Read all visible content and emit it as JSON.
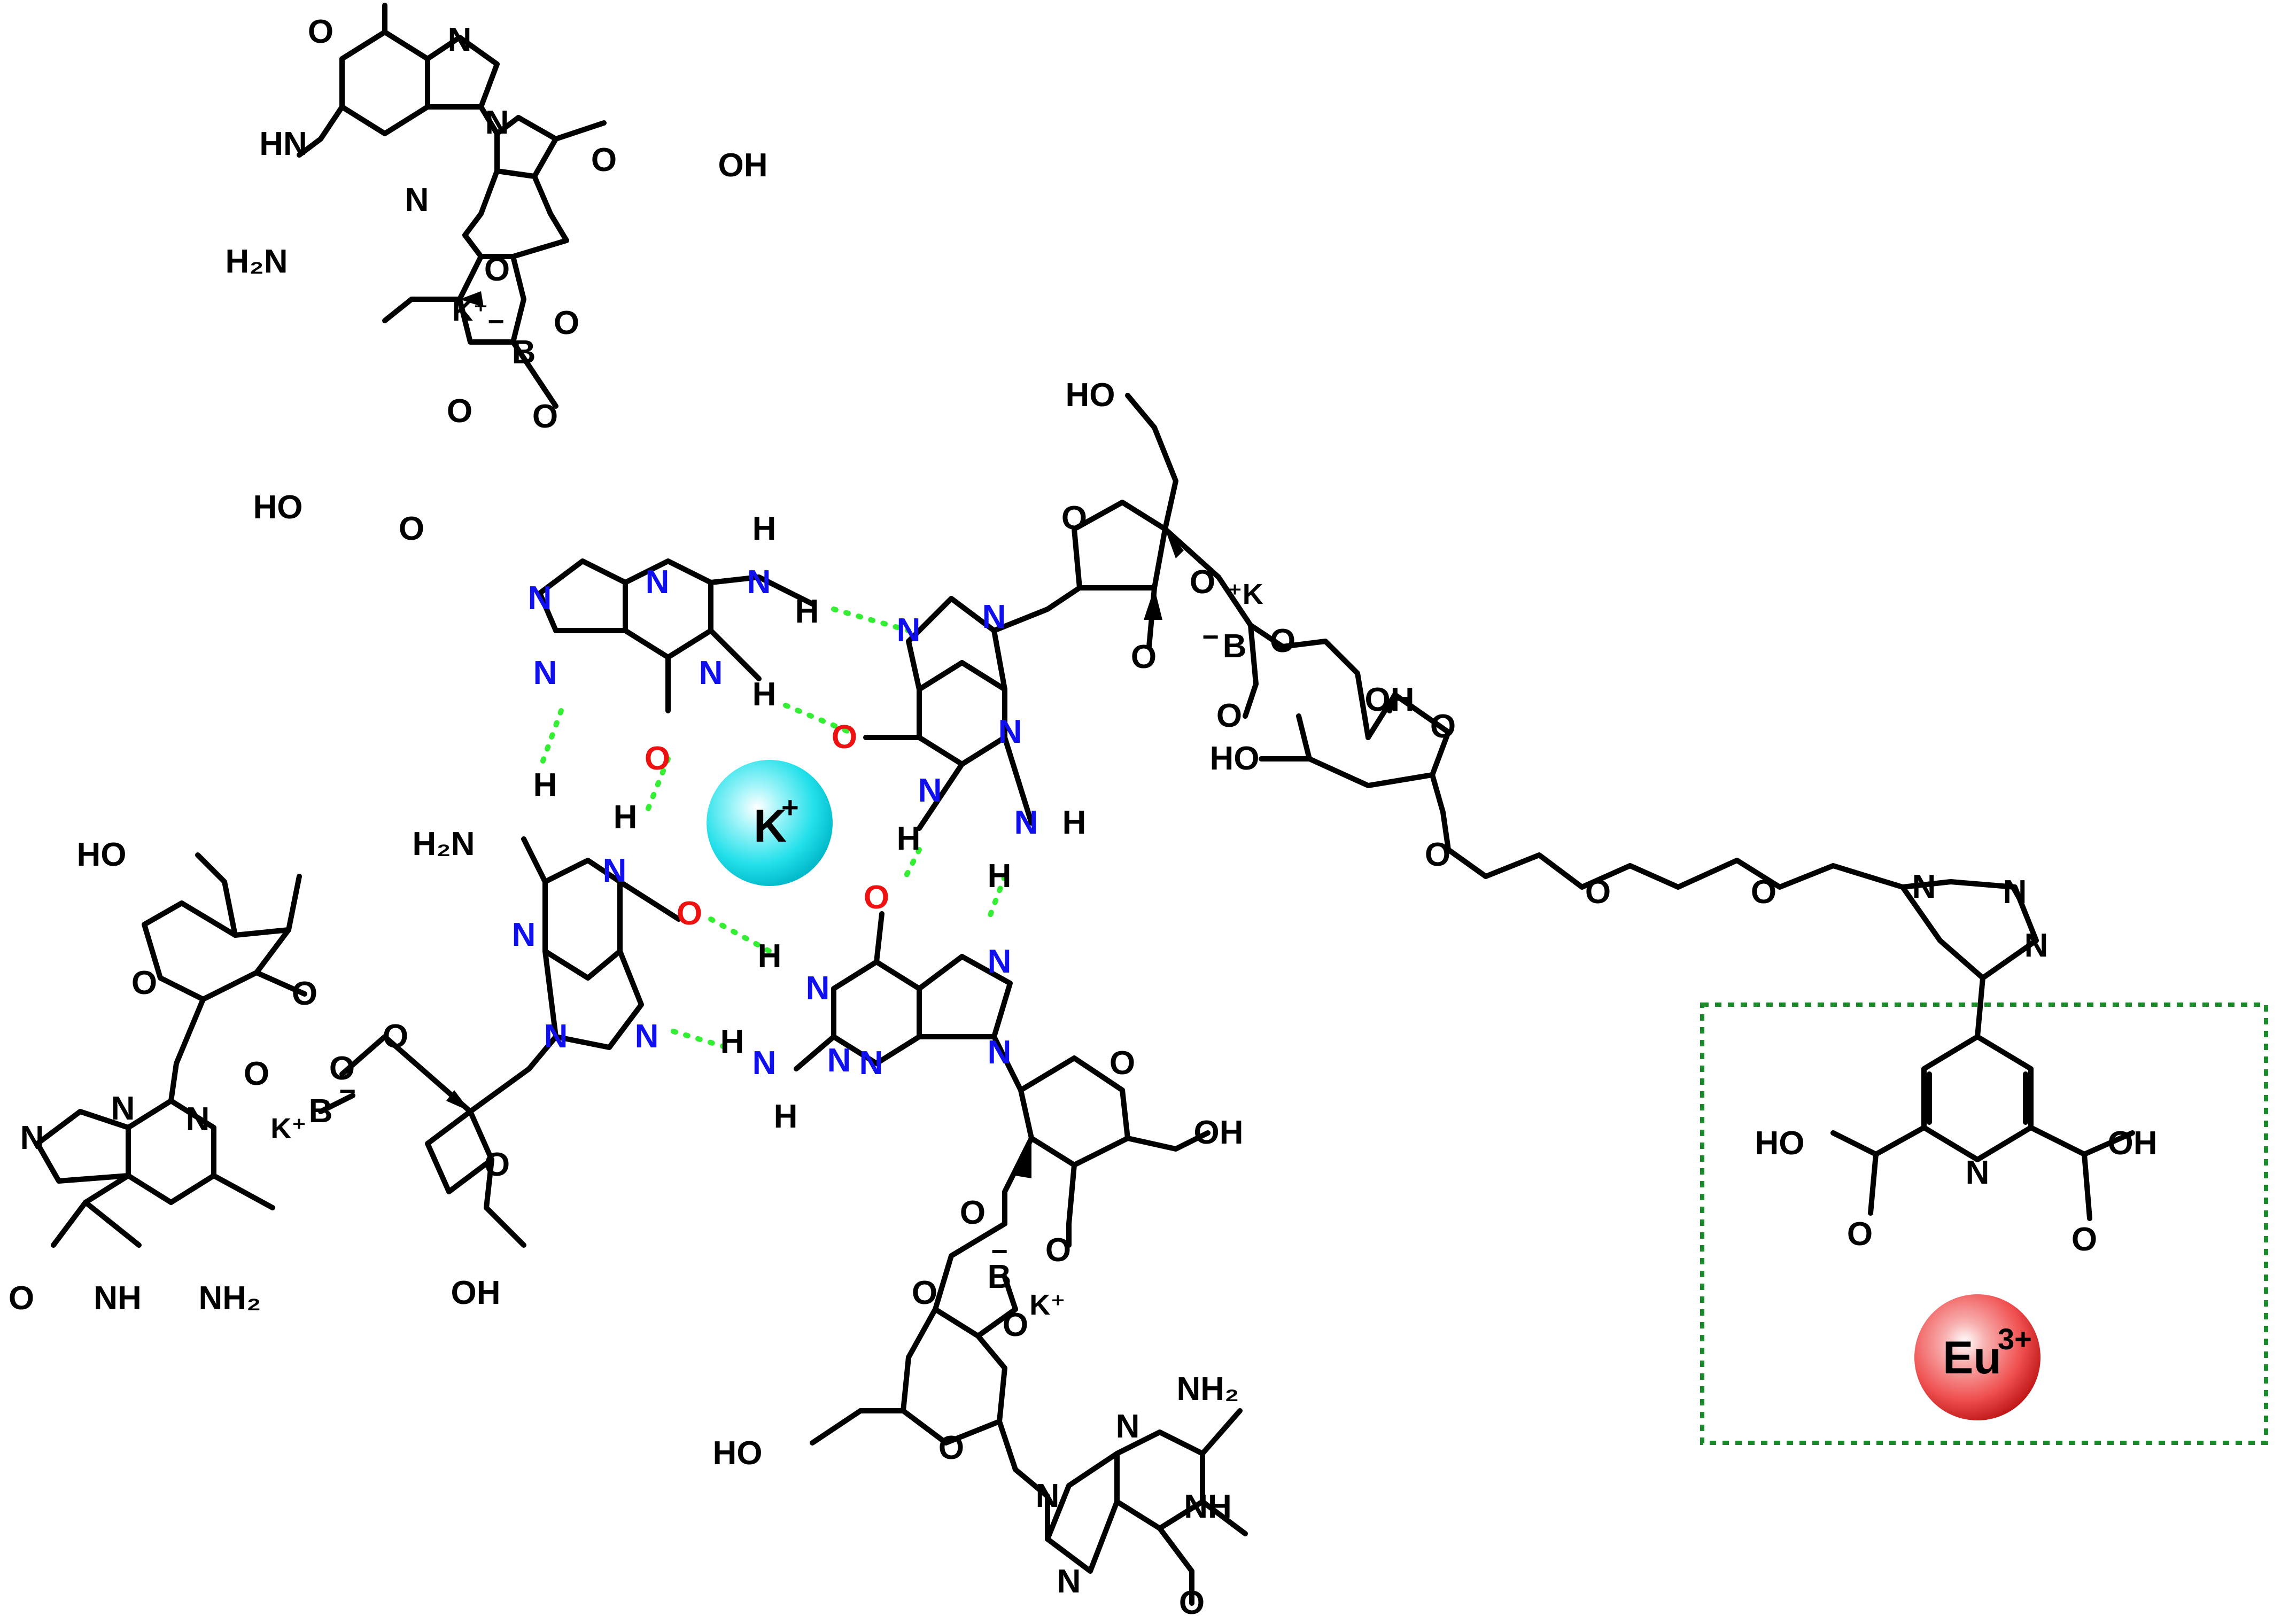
{
  "colors": {
    "black_atom": "#000000",
    "blue_atom": "#1010ee",
    "red_atom": "#ee1111",
    "hbond": "#33ee33",
    "box": "#1a8a2a",
    "k_ion": "#22e0ea",
    "eu_ion": "#f05050"
  },
  "labels": {
    "OH": "OH",
    "HO": "HO",
    "O": "O",
    "N": "N",
    "H": "H",
    "HN": "HN",
    "NH": "NH",
    "H2N": "H₂N",
    "NH2": "NH₂",
    "B": "B",
    "K_plus": "K⁺",
    "plus_K": "⁺K",
    "minus": "−"
  },
  "ions": {
    "k_center": {
      "symbol": "K",
      "charge": "+"
    },
    "eu": {
      "symbol": "Eu",
      "charge": "3+"
    }
  }
}
